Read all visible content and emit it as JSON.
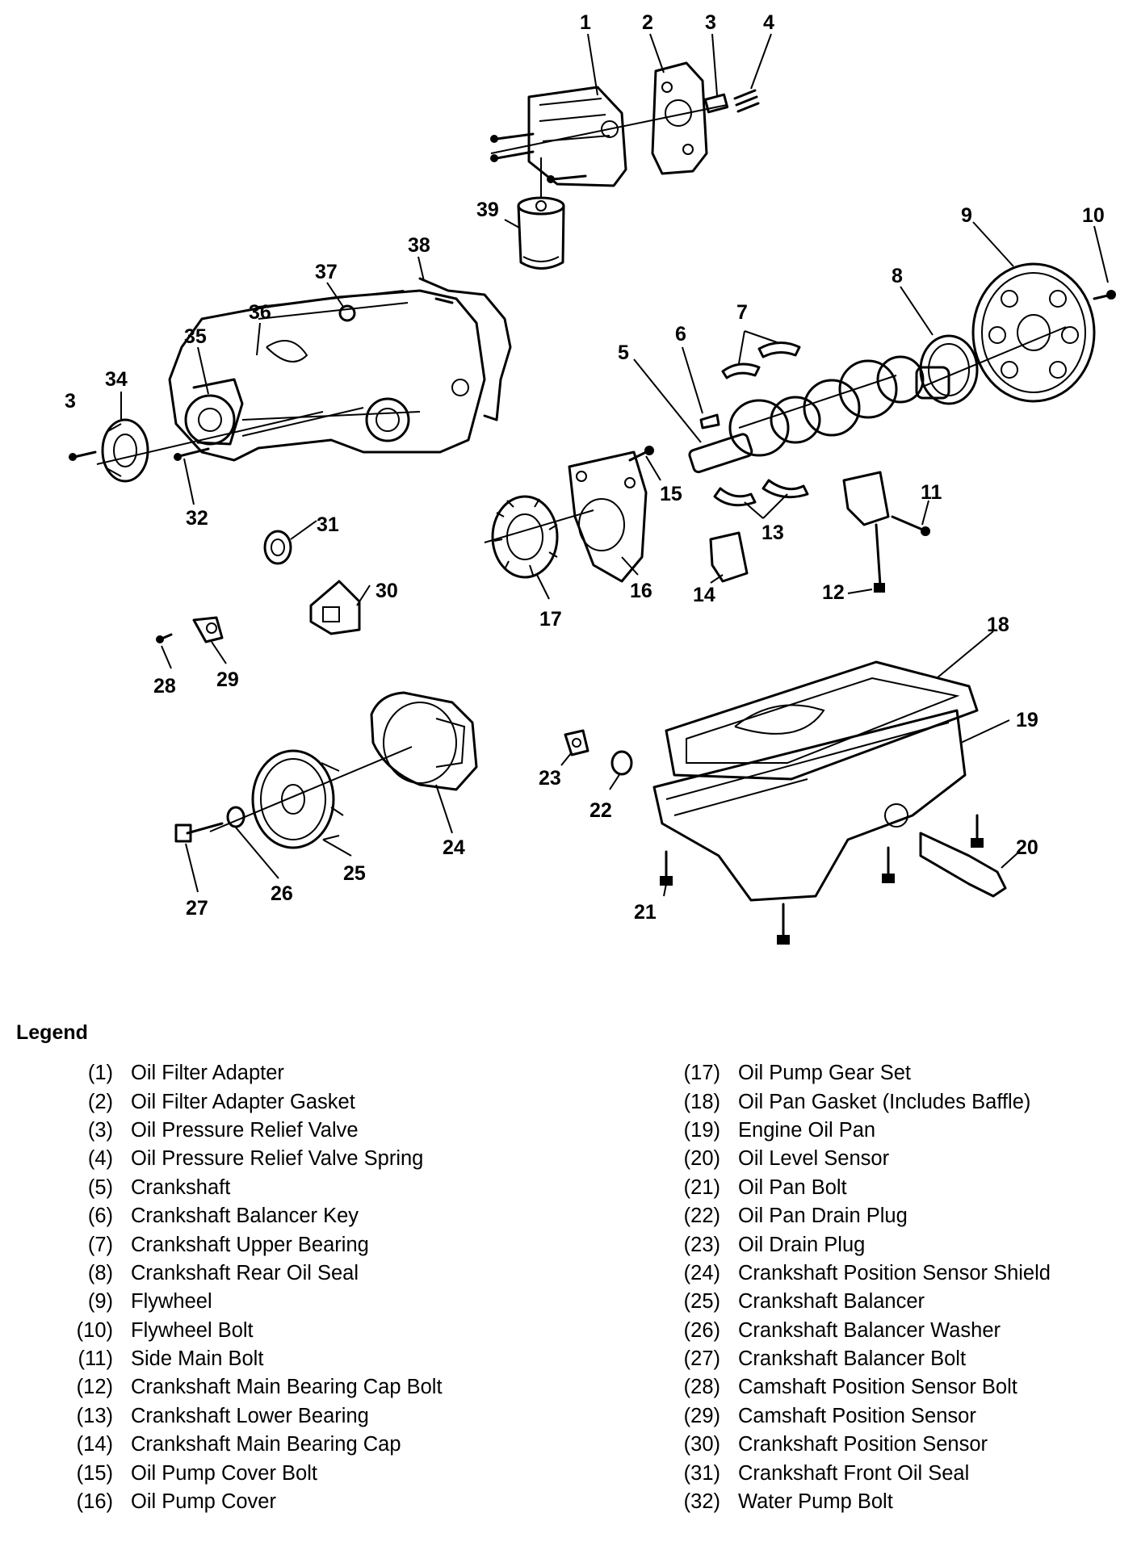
{
  "callouts": [
    "1",
    "2",
    "3",
    "4",
    "5",
    "6",
    "7",
    "8",
    "9",
    "10",
    "11",
    "12",
    "13",
    "14",
    "15",
    "16",
    "17",
    "18",
    "19",
    "20",
    "21",
    "22",
    "23",
    "24",
    "25",
    "26",
    "27",
    "28",
    "29",
    "30",
    "31",
    "32",
    "3",
    "34",
    "35",
    "36",
    "37",
    "38",
    "39"
  ],
  "legend": {
    "title": "Legend",
    "left": [
      {
        "num": "(1)",
        "name": "Oil Filter Adapter"
      },
      {
        "num": "(2)",
        "name": "Oil Filter Adapter Gasket"
      },
      {
        "num": "(3)",
        "name": "Oil Pressure Relief Valve"
      },
      {
        "num": "(4)",
        "name": "Oil Pressure Relief Valve Spring"
      },
      {
        "num": "(5)",
        "name": "Crankshaft"
      },
      {
        "num": "(6)",
        "name": "Crankshaft Balancer Key"
      },
      {
        "num": "(7)",
        "name": "Crankshaft Upper Bearing"
      },
      {
        "num": "(8)",
        "name": "Crankshaft Rear Oil Seal"
      },
      {
        "num": "(9)",
        "name": "Flywheel"
      },
      {
        "num": "(10)",
        "name": "Flywheel Bolt"
      },
      {
        "num": "(11)",
        "name": "Side Main Bolt"
      },
      {
        "num": "(12)",
        "name": "Crankshaft Main Bearing Cap Bolt"
      },
      {
        "num": "(13)",
        "name": "Crankshaft Lower Bearing"
      },
      {
        "num": "(14)",
        "name": "Crankshaft Main Bearing Cap"
      },
      {
        "num": "(15)",
        "name": "Oil Pump Cover Bolt"
      },
      {
        "num": "(16)",
        "name": "Oil Pump Cover"
      }
    ],
    "right": [
      {
        "num": "(17)",
        "name": "Oil Pump Gear Set"
      },
      {
        "num": "(18)",
        "name": "Oil Pan Gasket (Includes Baffle)"
      },
      {
        "num": "(19)",
        "name": "Engine Oil Pan"
      },
      {
        "num": "(20)",
        "name": "Oil Level Sensor"
      },
      {
        "num": "(21)",
        "name": "Oil Pan Bolt"
      },
      {
        "num": "(22)",
        "name": "Oil Pan Drain Plug"
      },
      {
        "num": "(23)",
        "name": "Oil Drain Plug"
      },
      {
        "num": "(24)",
        "name": "Crankshaft Position Sensor Shield"
      },
      {
        "num": "(25)",
        "name": "Crankshaft Balancer"
      },
      {
        "num": "(26)",
        "name": "Crankshaft Balancer Washer"
      },
      {
        "num": "(27)",
        "name": "Crankshaft Balancer Bolt"
      },
      {
        "num": "(28)",
        "name": "Camshaft Position Sensor Bolt"
      },
      {
        "num": "(29)",
        "name": "Camshaft Position Sensor"
      },
      {
        "num": "(30)",
        "name": "Crankshaft Position Sensor"
      },
      {
        "num": "(31)",
        "name": "Crankshaft Front Oil Seal"
      },
      {
        "num": "(32)",
        "name": "Water Pump Bolt"
      }
    ]
  }
}
